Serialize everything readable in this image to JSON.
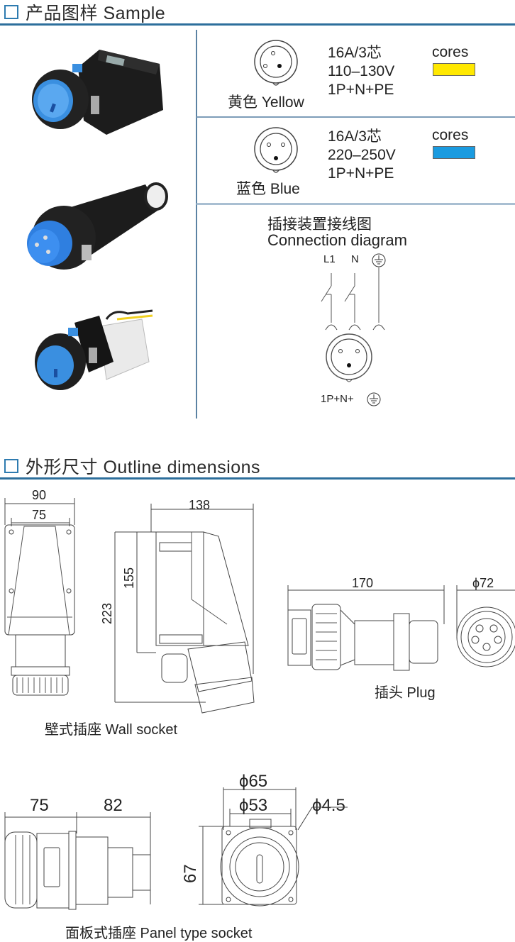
{
  "sections": {
    "sample": {
      "title": "产品图样 Sample"
    },
    "outline": {
      "title": "外形尺寸 Outline dimensions"
    }
  },
  "variants": [
    {
      "color_label": "黄色  Yellow",
      "rating": "16A/3芯",
      "voltage": "110–130V",
      "poles": "1P+N+PE",
      "cores_label": "cores",
      "swatch_color": "#FFE800"
    },
    {
      "color_label": "蓝色  Blue",
      "rating": "16A/3芯",
      "voltage": "220–250V",
      "poles": "1P+N+PE",
      "cores_label": "cores",
      "swatch_color": "#1A9BE0"
    }
  ],
  "connection_diagram": {
    "title_cn": "插接装置接线图",
    "title_en": "Connection diagram",
    "terminals": [
      "L1",
      "N"
    ],
    "earth_symbol": "⏚",
    "footer": "1P+N+"
  },
  "product_photos": [
    "wall-socket-photo",
    "plug-photo",
    "panel-socket-photo"
  ],
  "drawings": {
    "wall_socket": {
      "caption": "壁式插座 Wall socket",
      "dims": {
        "width_outer": "90",
        "width_inner": "75",
        "depth": "138",
        "height_total": "223",
        "height_mount": "155"
      }
    },
    "plug": {
      "caption": "插头 Plug",
      "dims": {
        "length": "170",
        "diameter": "ϕ72"
      }
    },
    "panel_socket": {
      "caption": "面板式插座  Panel type socket",
      "dims": {
        "front": "75",
        "rear": "82",
        "outer_dia": "ϕ65",
        "inner_dia": "ϕ53",
        "hole_dia": "ϕ4.5",
        "height": "67"
      }
    }
  },
  "colors": {
    "accent": "#2d6f9c",
    "divider": "#5b82a3"
  }
}
